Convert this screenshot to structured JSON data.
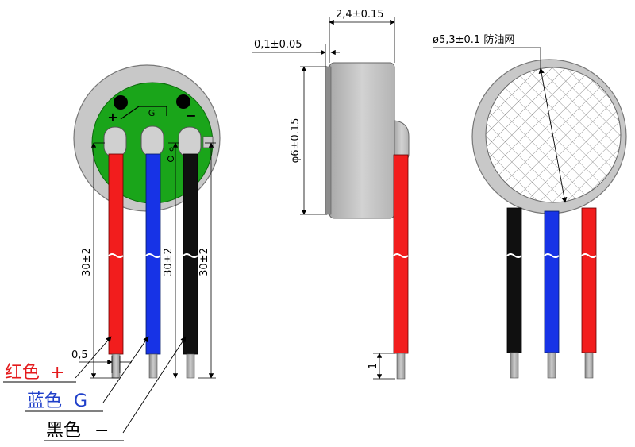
{
  "front_view": {
    "pad_labels": {
      "plus": "+",
      "g": "G",
      "minus": "−"
    },
    "wire_length_labels": [
      "30±2",
      "30±2",
      "30±2"
    ],
    "strip_label": "0,5"
  },
  "side_view": {
    "thickness": "2,4±0.15",
    "gap": "0,1±0.05",
    "diameter": "φ6±0.15",
    "strip_label": "1"
  },
  "back_view": {
    "mesh_label": "ø5,3±0.1 防油网"
  },
  "legend": {
    "red": {
      "text": "红色",
      "symbol": "+",
      "color": "#e41a1c"
    },
    "blue": {
      "text": "蓝色",
      "symbol": "G",
      "color": "#1f3fc9"
    },
    "black": {
      "text": "黑色",
      "symbol": "−",
      "color": "#000000"
    }
  },
  "colors": {
    "red_wire": "#f21d1d",
    "blue_wire": "#1733e6",
    "black_wire": "#101010",
    "pcb": "#1aa51a",
    "body": "#c8c8c8",
    "body_dark": "#9a9a9a"
  }
}
